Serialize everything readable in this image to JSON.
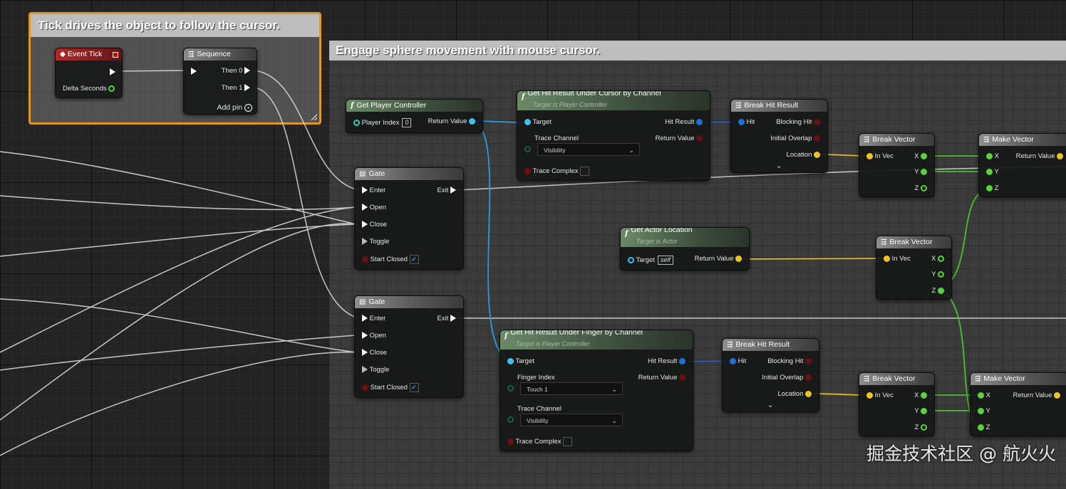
{
  "comments": {
    "tick_comment": "Tick drives the object to follow the cursor.",
    "engage_comment": "Engage sphere movement with mouse cursor."
  },
  "nodes": {
    "event_tick": {
      "title": "Event Tick",
      "delta_seconds": "Delta Seconds"
    },
    "sequence": {
      "title": "Sequence",
      "then0": "Then 0",
      "then1": "Then 1",
      "add_pin": "Add pin"
    },
    "gate1": {
      "title": "Gate",
      "enter": "Enter",
      "exit": "Exit",
      "open": "Open",
      "close": "Close",
      "toggle": "Toggle",
      "start_closed": "Start Closed"
    },
    "gate2": {
      "title": "Gate",
      "enter": "Enter",
      "exit": "Exit",
      "open": "Open",
      "close": "Close",
      "toggle": "Toggle",
      "start_closed": "Start Closed"
    },
    "get_player_controller": {
      "title": "Get Player Controller",
      "player_index": "Player Index",
      "player_index_value": "0",
      "return_value": "Return Value"
    },
    "hit_cursor": {
      "title": "Get Hit Result Under Cursor by Channel",
      "subtitle": "Target is Player Controller",
      "target": "Target",
      "trace_channel": "Trace Channel",
      "trace_channel_value": "Visibility",
      "trace_complex": "Trace Complex",
      "hit_result": "Hit Result",
      "return_value": "Return Value"
    },
    "break_hit1": {
      "title": "Break Hit Result",
      "hit": "Hit",
      "blocking_hit": "Blocking Hit",
      "initial_overlap": "Initial Overlap",
      "location": "Location"
    },
    "break_vec1": {
      "title": "Break Vector",
      "in_vec": "In Vec",
      "x": "X",
      "y": "Y",
      "z": "Z"
    },
    "make_vec1": {
      "title": "Make Vector",
      "x": "X",
      "y": "Y",
      "z": "Z",
      "return_value": "Return Value"
    },
    "get_actor_location": {
      "title": "Get Actor Location",
      "subtitle": "Target is Actor",
      "target": "Target",
      "target_value": "self",
      "return_value": "Return Value"
    },
    "break_vec2": {
      "title": "Break Vector",
      "in_vec": "In Vec",
      "x": "X",
      "y": "Y",
      "z": "Z"
    },
    "hit_finger": {
      "title": "Get Hit Result Under Finger by Channel",
      "subtitle": "Target is Player Controller",
      "target": "Target",
      "finger_index": "Finger Index",
      "finger_index_value": "Touch 1",
      "trace_channel": "Trace Channel",
      "trace_channel_value": "Visibility",
      "trace_complex": "Trace Complex",
      "hit_result": "Hit Result",
      "return_value": "Return Value"
    },
    "break_hit2": {
      "title": "Break Hit Result",
      "hit": "Hit",
      "blocking_hit": "Blocking Hit",
      "initial_overlap": "Initial Overlap",
      "location": "Location"
    },
    "break_vec3": {
      "title": "Break Vector",
      "in_vec": "In Vec",
      "x": "X",
      "y": "Y",
      "z": "Z"
    },
    "make_vec2": {
      "title": "Make Vector",
      "x": "X",
      "y": "Y",
      "z": "Z",
      "return_value": "Return Value"
    }
  },
  "watermark": "掘金技术社区 @ 航火火",
  "colors": {
    "comment_border": "#e0972a",
    "exec": "#ffffff",
    "object_pin": "#3fc0f0",
    "struct_pin": "#1f6fd8",
    "vector_pin": "#f0c324",
    "float_pin": "#5ad23c",
    "bool_pin": "#6b1010"
  }
}
